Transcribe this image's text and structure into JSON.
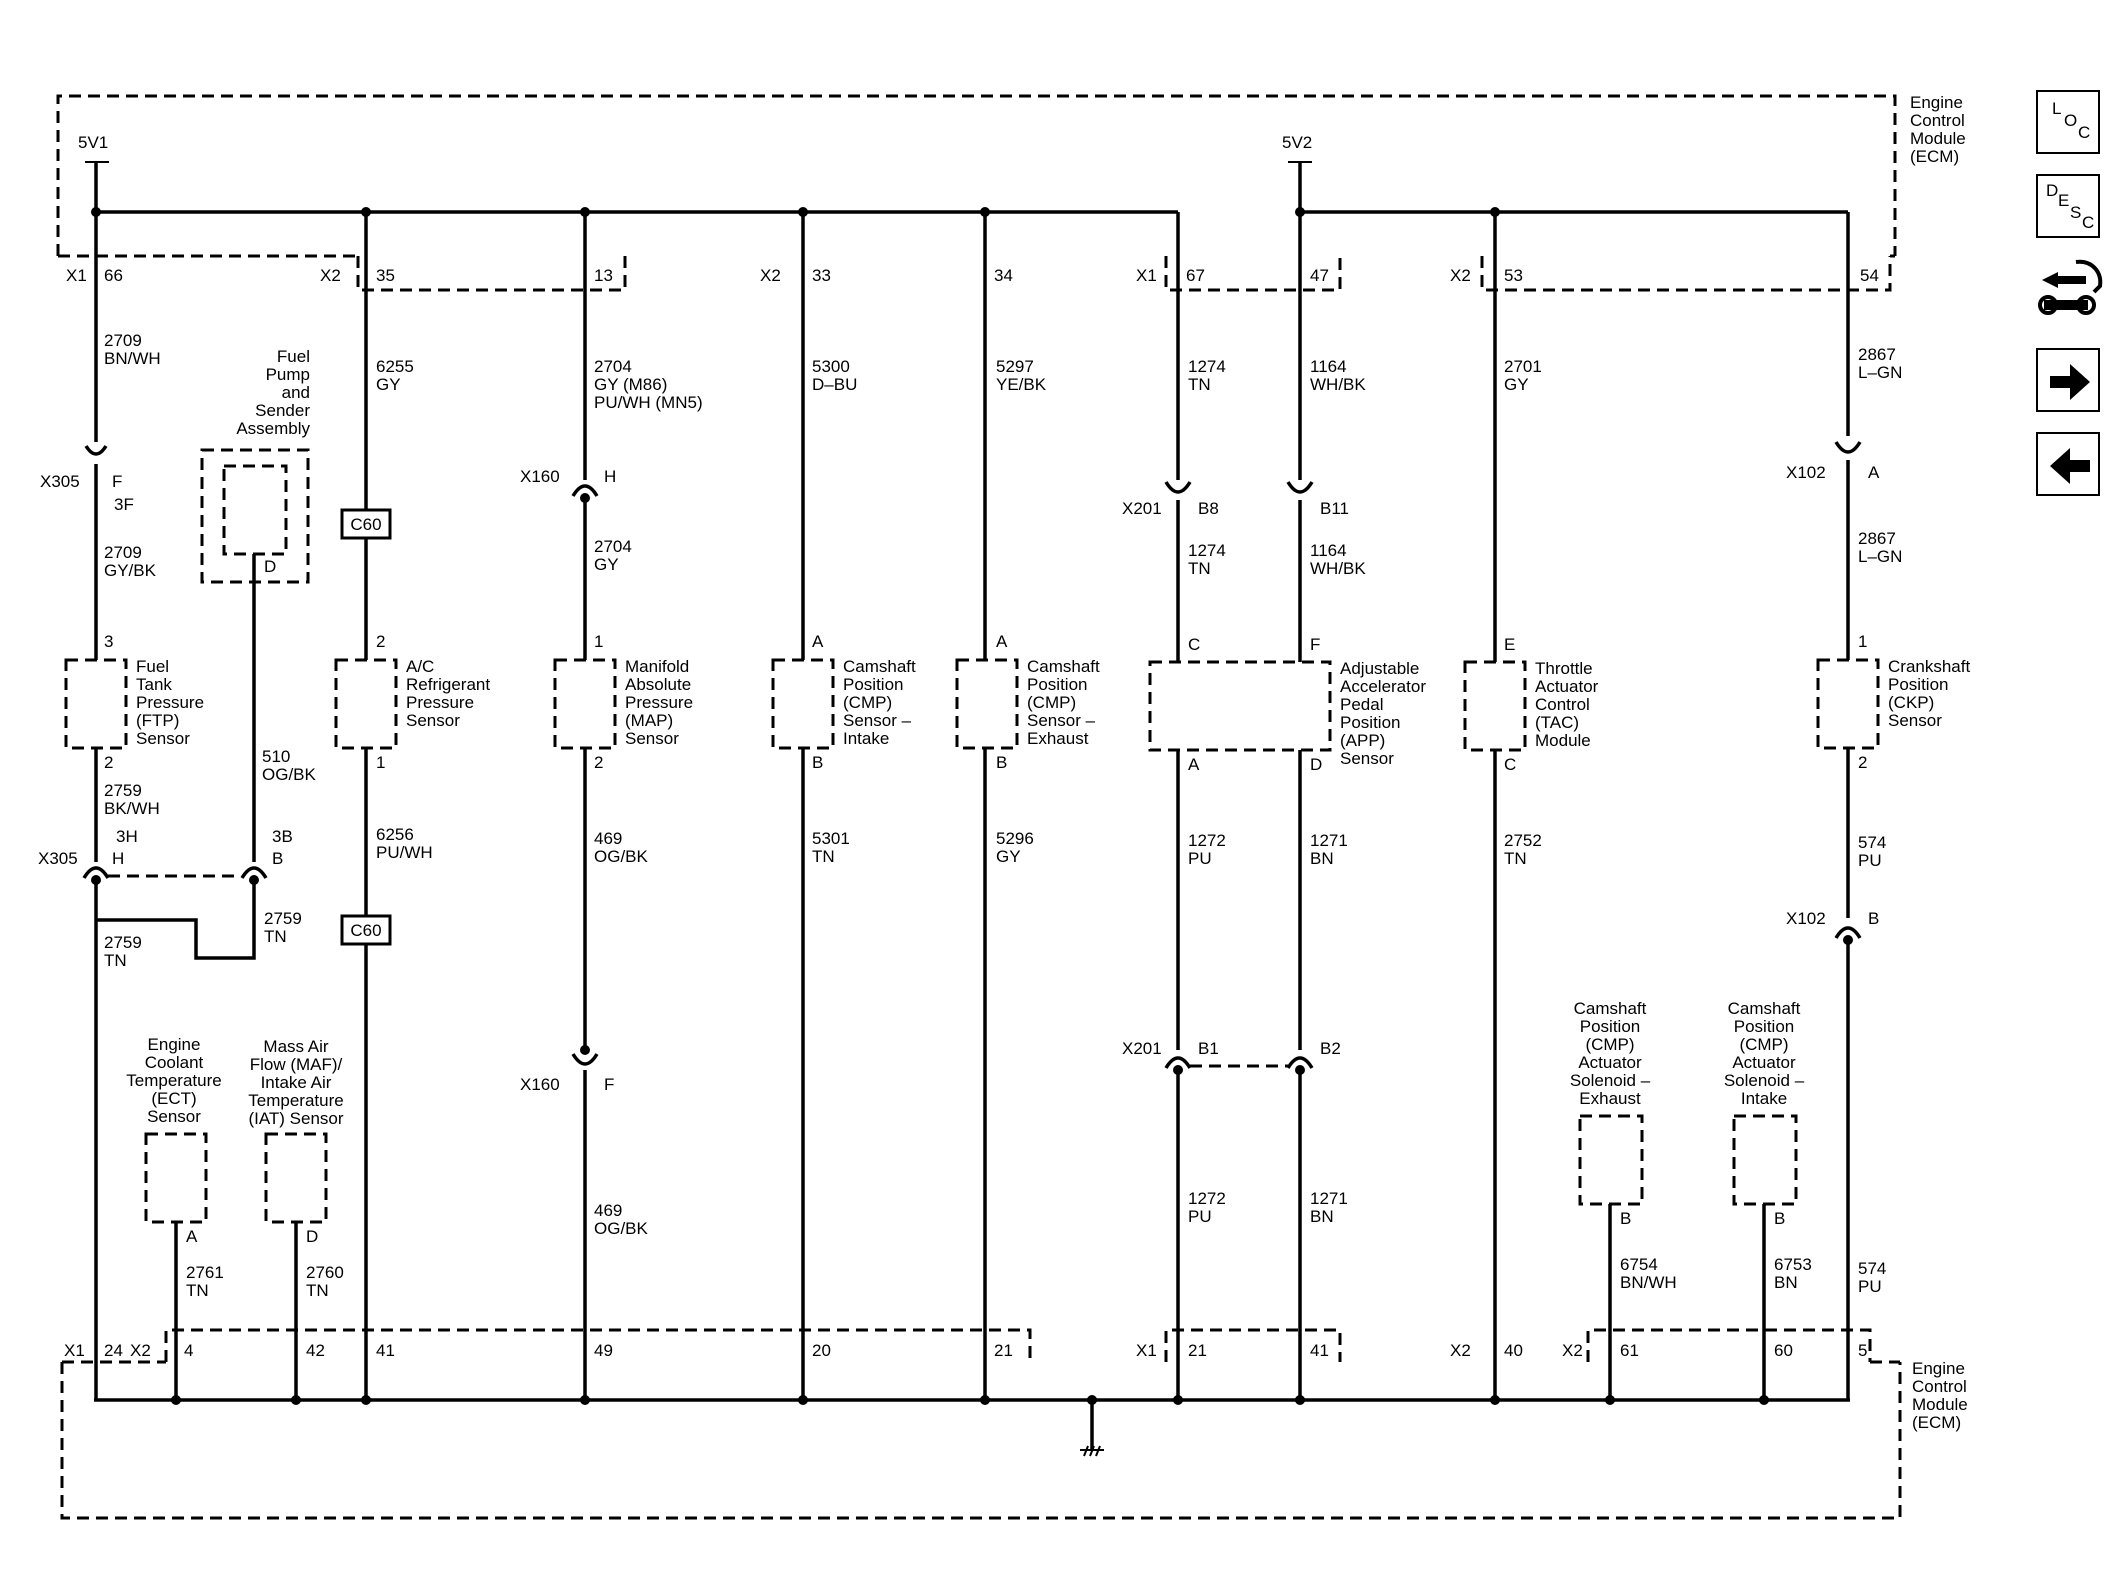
{
  "ecm": {
    "top_label": [
      "Engine",
      "Control",
      "Module",
      "(ECM)"
    ],
    "bottom_label": [
      "Engine",
      "Control",
      "Module",
      "(ECM)"
    ]
  },
  "power": {
    "v1": "5V1",
    "v2": "5V2"
  },
  "top_connectors": [
    {
      "conn": "X1",
      "pin": "66"
    },
    {
      "conn": "X2",
      "pin": "35"
    },
    {
      "conn": "",
      "pin": "13"
    },
    {
      "conn": "X2",
      "pin": "33"
    },
    {
      "conn": "",
      "pin": "34"
    },
    {
      "conn": "X1",
      "pin": "67"
    },
    {
      "conn": "",
      "pin": "47"
    },
    {
      "conn": "X2",
      "pin": "53"
    },
    {
      "conn": "",
      "pin": "54"
    }
  ],
  "bottom_connectors": [
    {
      "conn": "X1",
      "pin": "24"
    },
    {
      "conn": "X2",
      "pin": "4"
    },
    {
      "conn": "",
      "pin": "42"
    },
    {
      "conn": "",
      "pin": "41"
    },
    {
      "conn": "",
      "pin": "49"
    },
    {
      "conn": "",
      "pin": "20"
    },
    {
      "conn": "",
      "pin": "21"
    },
    {
      "conn": "X1",
      "pin": "21"
    },
    {
      "conn": "",
      "pin": "41"
    },
    {
      "conn": "X2",
      "pin": "40"
    },
    {
      "conn": "X2",
      "pin": "61"
    },
    {
      "conn": "",
      "pin": "60"
    },
    {
      "conn": "",
      "pin": "5"
    }
  ],
  "wires": [
    {
      "num": "2709",
      "color": "BN/WH"
    },
    {
      "num": "2709",
      "color": "GY/BK"
    },
    {
      "num": "2759",
      "color": "BK/WH"
    },
    {
      "num": "2759",
      "color": "TN"
    },
    {
      "num": "2759",
      "color": "TN"
    },
    {
      "num": "510",
      "color": "OG/BK"
    },
    {
      "num": "6255",
      "color": "GY"
    },
    {
      "num": "6256",
      "color": "PU/WH"
    },
    {
      "num": "2704",
      "color": "GY (M86)",
      "color2": "PU/WH (MN5)"
    },
    {
      "num": "2704",
      "color": "GY"
    },
    {
      "num": "469",
      "color": "OG/BK"
    },
    {
      "num": "469",
      "color": "OG/BK"
    },
    {
      "num": "5300",
      "color": "D–BU"
    },
    {
      "num": "5301",
      "color": "TN"
    },
    {
      "num": "5297",
      "color": "YE/BK"
    },
    {
      "num": "5296",
      "color": "GY"
    },
    {
      "num": "1274",
      "color": "TN"
    },
    {
      "num": "1274",
      "color": "TN"
    },
    {
      "num": "1164",
      "color": "WH/BK"
    },
    {
      "num": "1164",
      "color": "WH/BK"
    },
    {
      "num": "1272",
      "color": "PU"
    },
    {
      "num": "1272",
      "color": "PU"
    },
    {
      "num": "1271",
      "color": "BN"
    },
    {
      "num": "1271",
      "color": "BN"
    },
    {
      "num": "2701",
      "color": "GY"
    },
    {
      "num": "2752",
      "color": "TN"
    },
    {
      "num": "2867",
      "color": "L–GN"
    },
    {
      "num": "2867",
      "color": "L–GN"
    },
    {
      "num": "574",
      "color": "PU"
    },
    {
      "num": "574",
      "color": "PU"
    },
    {
      "num": "2761",
      "color": "TN"
    },
    {
      "num": "2760",
      "color": "TN"
    },
    {
      "num": "6754",
      "color": "BN/WH"
    },
    {
      "num": "6753",
      "color": "BN"
    }
  ],
  "inline_connectors": {
    "x305_top": {
      "name": "X305",
      "pin": "F",
      "pin2": "3F"
    },
    "x305_bot": {
      "name": "X305",
      "pin_a": "3H",
      "pin_a2": "H",
      "pin_b": "3B",
      "pin_b2": "B"
    },
    "x160_top": {
      "name": "X160",
      "pin": "H"
    },
    "x160_bot": {
      "name": "X160",
      "pin": "F"
    },
    "x201_top": {
      "name": "X201",
      "pin_a": "B8",
      "pin_b": "B11"
    },
    "x201_bot": {
      "name": "X201",
      "pin_a": "B1",
      "pin_b": "B2"
    },
    "x102_top": {
      "name": "X102",
      "pin": "A"
    },
    "x102_bot": {
      "name": "X102",
      "pin": "B"
    },
    "c60": "C60"
  },
  "components": {
    "fuel_pump": {
      "label": [
        "Fuel",
        "Pump",
        "and",
        "Sender",
        "Assembly"
      ],
      "pin": "D"
    },
    "ftp": {
      "label": [
        "Fuel",
        "Tank",
        "Pressure",
        "(FTP)",
        "Sensor"
      ],
      "pin_top": "3",
      "pin_bot": "2"
    },
    "ac": {
      "label": [
        "A/C",
        "Refrigerant",
        "Pressure",
        "Sensor"
      ],
      "pin_top": "2",
      "pin_bot": "1"
    },
    "map": {
      "label": [
        "Manifold",
        "Absolute",
        "Pressure",
        "(MAP)",
        "Sensor"
      ],
      "pin_top": "1",
      "pin_bot": "2"
    },
    "cmp_intake": {
      "label": [
        "Camshaft",
        "Position",
        "(CMP)",
        "Sensor –",
        "Intake"
      ],
      "pin_top": "A",
      "pin_bot": "B"
    },
    "cmp_exhaust": {
      "label": [
        "Camshaft",
        "Position",
        "(CMP)",
        "Sensor –",
        "Exhaust"
      ],
      "pin_top": "A",
      "pin_bot": "B"
    },
    "app": {
      "label": [
        "Adjustable",
        "Accelerator",
        "Pedal",
        "Position",
        "(APP)",
        "Sensor"
      ],
      "pin_c": "C",
      "pin_f": "F",
      "pin_a": "A",
      "pin_d": "D"
    },
    "tac": {
      "label": [
        "Throttle",
        "Actuator",
        "Control",
        "(TAC)",
        "Module"
      ],
      "pin_top": "E",
      "pin_bot": "C"
    },
    "ckp": {
      "label": [
        "Crankshaft",
        "Position",
        "(CKP)",
        "Sensor"
      ],
      "pin_top": "1",
      "pin_bot": "2"
    },
    "ect": {
      "label": [
        "Engine",
        "Coolant",
        "Temperature",
        "(ECT)",
        "Sensor"
      ],
      "pin": "A"
    },
    "maf": {
      "label": [
        "Mass Air",
        "Flow (MAF)/",
        "Intake Air",
        "Temperature",
        "(IAT) Sensor"
      ],
      "pin": "D"
    },
    "cmp_sol_ex": {
      "label": [
        "Camshaft",
        "Position",
        "(CMP)",
        "Actuator",
        "Solenoid –",
        "Exhaust"
      ],
      "pin": "B"
    },
    "cmp_sol_in": {
      "label": [
        "Camshaft",
        "Position",
        "(CMP)",
        "Actuator",
        "Solenoid –",
        "Intake"
      ],
      "pin": "B"
    }
  },
  "nav": {
    "loc": {
      "c1": "L",
      "c2": "O",
      "c3": "C",
      "icon": "loc-icon"
    },
    "desc": {
      "c1": "D",
      "c2": "E",
      "c3": "S",
      "c4": "C",
      "icon": "desc-icon"
    },
    "tools": "connector-wrench-icon",
    "next": "arrow-right-icon",
    "prev": "arrow-left-icon"
  }
}
